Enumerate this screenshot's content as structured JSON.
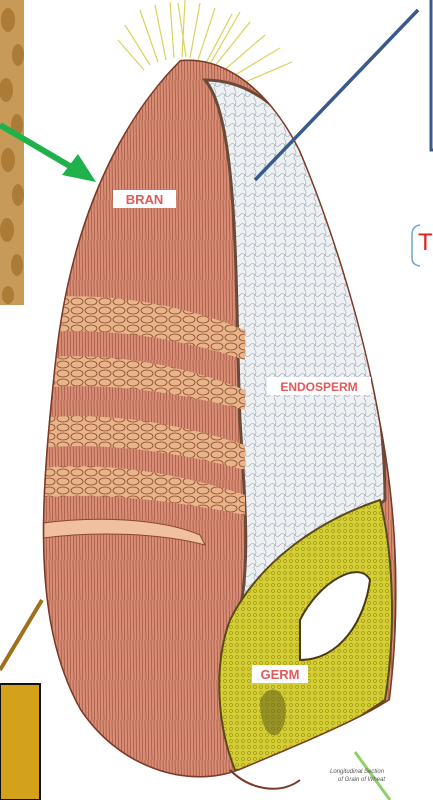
{
  "labels": {
    "bran": "BRAN",
    "endosperm": "ENDOSPERM",
    "germ": "GERM"
  },
  "partial_text": {
    "red_fragment": "T"
  },
  "caption": {
    "line1": "Longitudinal Section",
    "line2": "of Grain of Wheat"
  },
  "colors": {
    "bran": "#d98a72",
    "bran_dark": "#8a4a34",
    "endosperm": "#e8ecef",
    "germ": "#d8d23a",
    "green_arrow": "#1fb24a",
    "blue_line": "#3a5a8c",
    "brown_line": "#a0701a",
    "light_green_line": "#8ed16a",
    "gold_box": "#d4a21a",
    "red_text": "#e0201a"
  }
}
